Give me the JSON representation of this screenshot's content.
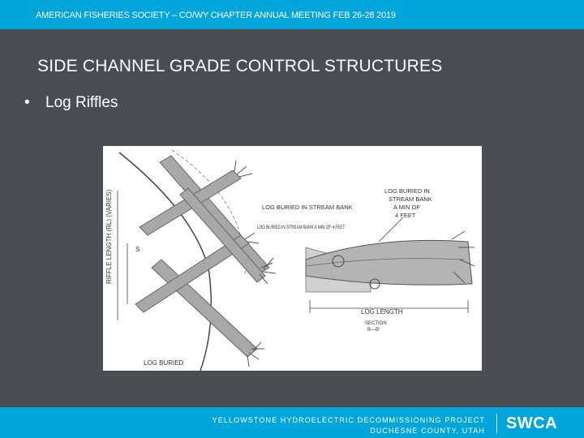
{
  "header": {
    "conference": "AMERICAN FISHERIES SOCIETY – CO/WY CHAPTER ANNUAL MEETING FEB 26-28 2019"
  },
  "slide": {
    "title": "SIDE CHANNEL GRADE CONTROL STRUCTURES",
    "bullet_glyph": "•",
    "bullet": "Log Riffles"
  },
  "figure": {
    "labels": {
      "log_buried_left": "LOG BURIED IN STREAM BANK A MIN OF 4 FEET",
      "log_buried_mid": "LOG BURIED IN STREAM BANK",
      "log_buried_right_1": "LOG BURIED IN",
      "log_buried_right_2": "STREAM BANK",
      "log_buried_right_3": "A MIN OF",
      "log_buried_right_4": "4 FEET",
      "riffle_length": "RIFFLE LENGTH (RL) (VARIES)",
      "log_length": "LOG LENGTH",
      "section": "SECTION",
      "section_id": "B—B'",
      "log_buried_bottom": "LOG BURIED",
      "side_s": "S"
    }
  },
  "footer": {
    "project_line1": "YELLOWSTONE HYDROELECTRIC DECOMMISSIONING PROJECT",
    "project_line2": "DUCHESNE COUNTY, UTAH",
    "logo": "SWCA"
  }
}
